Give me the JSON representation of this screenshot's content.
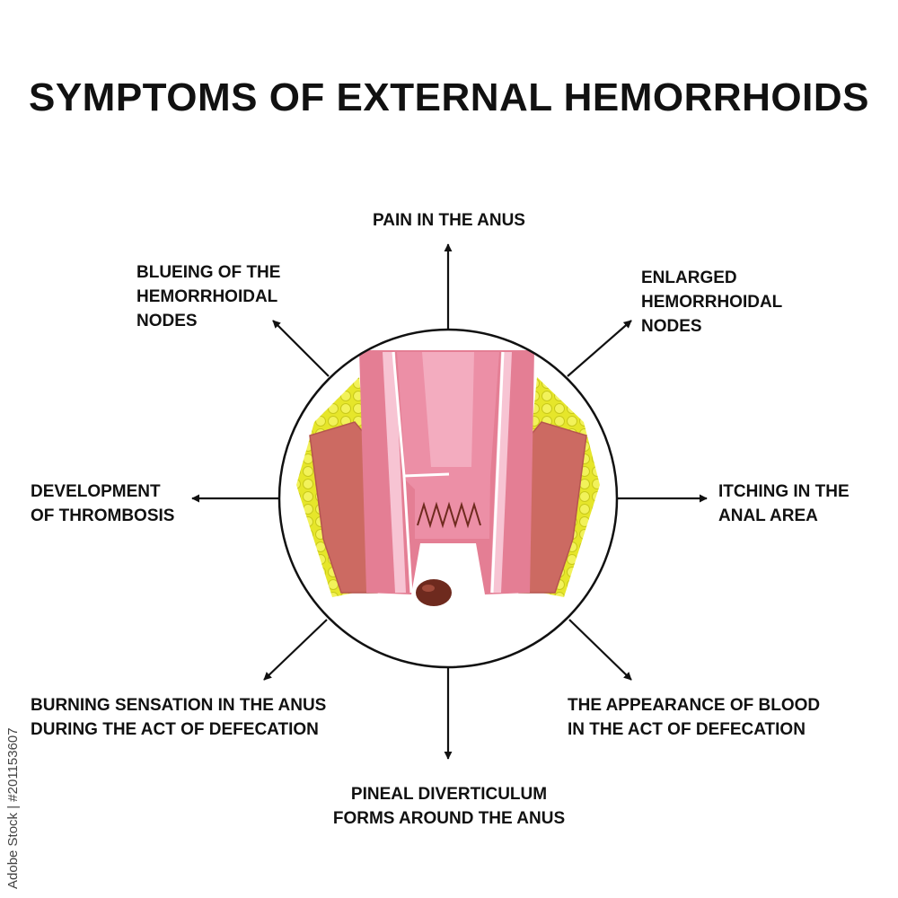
{
  "title": "SYMPTOMS OF EXTERNAL HEMORRHOIDS",
  "labels": {
    "top": [
      "PAIN IN THE ANUS"
    ],
    "top_left": [
      "BLUEING OF THE",
      "HEMORRHOIDAL",
      "NODES"
    ],
    "top_right": [
      "ENLARGED",
      "HEMORRHOIDAL",
      "NODES"
    ],
    "left": [
      "DEVELOPMENT",
      "OF THROMBOSIS"
    ],
    "right": [
      "ITCHING IN THE",
      "ANAL AREA"
    ],
    "bottom_left": [
      "BURNING SENSATION IN THE ANUS",
      "DURING THE ACT OF DEFECATION"
    ],
    "bottom_right": [
      "THE APPEARANCE OF BLOOD",
      "IN THE ACT OF DEFECATION"
    ],
    "bottom": [
      "PINEAL DIVERTICULUM",
      "FORMS AROUND THE ANUS"
    ]
  },
  "side_credit": "Adobe Stock | #201153607",
  "colors": {
    "fat": "#e6e62a",
    "muscle": "#cc6a62",
    "mucosa": "#ec8fa6",
    "mucosa_light": "#f7c4d3",
    "node": "#6e2a1e",
    "line": "#111111"
  }
}
